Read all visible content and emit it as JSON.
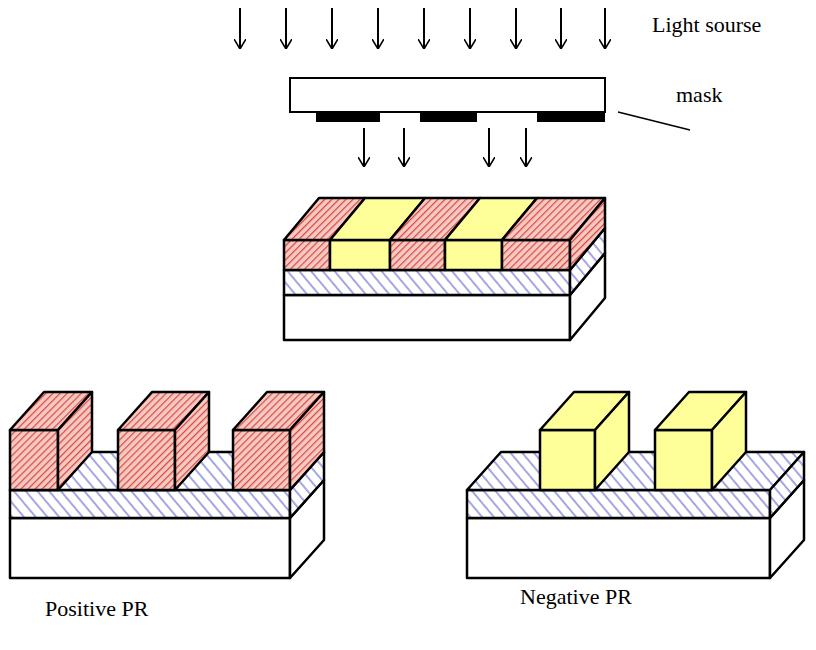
{
  "diagram": {
    "labels": [
      "Light sourse",
      "mask",
      "Positive PR",
      "Negative PR"
    ]
  }
}
